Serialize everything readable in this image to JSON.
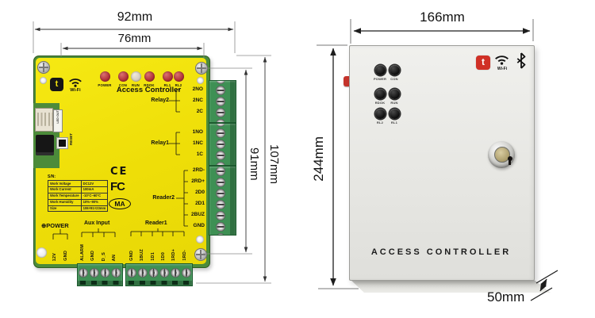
{
  "colors": {
    "pcb_yellow": "#eede08",
    "pcb_green": "#4c8b3a",
    "terminal_green": "#3e9054",
    "led_red": "#b23038",
    "led_run_off": "#d8cfc0",
    "logo_black": "#161616",
    "logo_red": "#d03026",
    "enclosure_gray": "#e7e7e3"
  },
  "left_diagram": {
    "dimensions": {
      "width_outer": "92mm",
      "width_inner": "76mm",
      "height_outer": "107mm",
      "height_inner": "91mm"
    },
    "board": {
      "logo": "t",
      "wifi_label": "Wi-Fi",
      "title": "Access Controller",
      "leds": [
        "POWER",
        "CON",
        "RUN",
        "RDOK",
        "RL1",
        "RL2"
      ],
      "side": {
        "led_out": "LED OUT",
        "reset": "RESET"
      },
      "relay2": {
        "label": "Relay2",
        "pins": [
          "2NO",
          "2NC",
          "2C"
        ]
      },
      "relay1": {
        "label": "Relay1",
        "pins": [
          "1NO",
          "1NC",
          "1C"
        ]
      },
      "reader2": {
        "label": "Reader2",
        "pins": [
          "2RD-",
          "2RD+",
          "2D0",
          "2D1",
          "2BUZ",
          "GND"
        ]
      },
      "spec_table": {
        "heading": "S/N:",
        "rows": [
          [
            "Work Voltage",
            "DC12V"
          ],
          [
            "Work Current",
            "100mA"
          ],
          [
            "Work Temperature",
            "-10°C~60°C"
          ],
          [
            "Work Humidity",
            "10%~90%"
          ],
          [
            "Size",
            "106×91×23mm"
          ]
        ]
      },
      "certifications": [
        "CE",
        "FC",
        "MA"
      ],
      "power_group": {
        "label": "⊕POWER",
        "pins": [
          "12V",
          "GND"
        ]
      },
      "aux_group": {
        "label": "Aux Input",
        "pins": [
          "ALARM",
          "GND",
          "D_S",
          "AN"
        ]
      },
      "reader1_group": {
        "label": "Reader1",
        "pins": [
          "GND",
          "1BUZ",
          "1D1",
          "1D0",
          "1RD+",
          "1RD-"
        ]
      }
    }
  },
  "right_diagram": {
    "dimensions": {
      "width": "166mm",
      "height": "244mm",
      "depth": "50mm"
    },
    "enclosure": {
      "logo": "t",
      "wifi_label": "Wi-Fi",
      "led_rows": [
        [
          "POWER",
          "CON"
        ],
        [
          "RDOK",
          "RUN"
        ],
        [
          "RL2",
          "RL1"
        ]
      ],
      "title": "ACCESS CONTROLLER"
    }
  }
}
